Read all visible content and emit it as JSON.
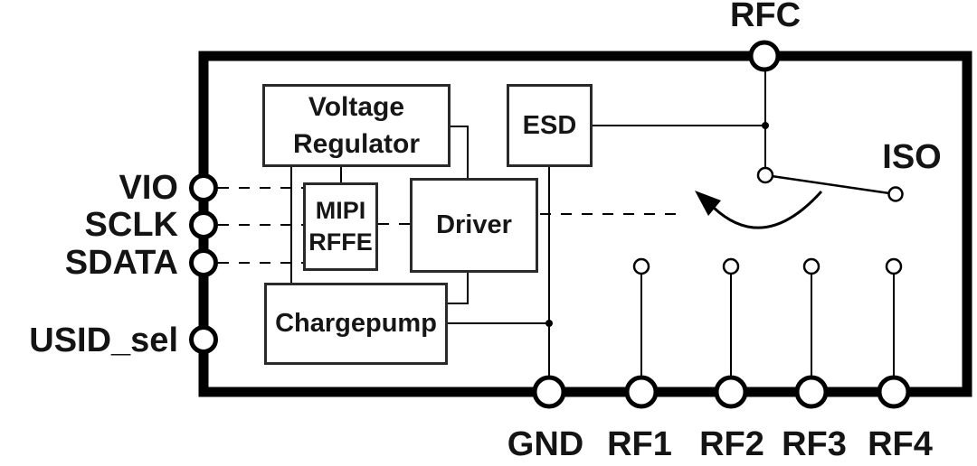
{
  "colors": {
    "line": "#000000",
    "box_border": "#2a2a2a",
    "text": "#141414",
    "background": "#ffffff"
  },
  "pins": {
    "left": [
      {
        "label": "VIO"
      },
      {
        "label": "SCLK"
      },
      {
        "label": "SDATA"
      },
      {
        "label": "USID_sel"
      }
    ],
    "top": [
      {
        "label": "RFC"
      }
    ],
    "bottom": [
      {
        "label": "GND"
      },
      {
        "label": "RF1"
      },
      {
        "label": "RF2"
      },
      {
        "label": "RF3"
      },
      {
        "label": "RF4"
      }
    ],
    "iso_label": "ISO"
  },
  "blocks": {
    "voltage_regulator": {
      "line1": "Voltage",
      "line2": "Regulator"
    },
    "mipi_rffe": {
      "line1": "MIPI",
      "line2": "RFFE"
    },
    "driver": {
      "label": "Driver"
    },
    "esd": {
      "label": "ESD"
    },
    "chargepump": {
      "label": "Chargepump"
    }
  }
}
